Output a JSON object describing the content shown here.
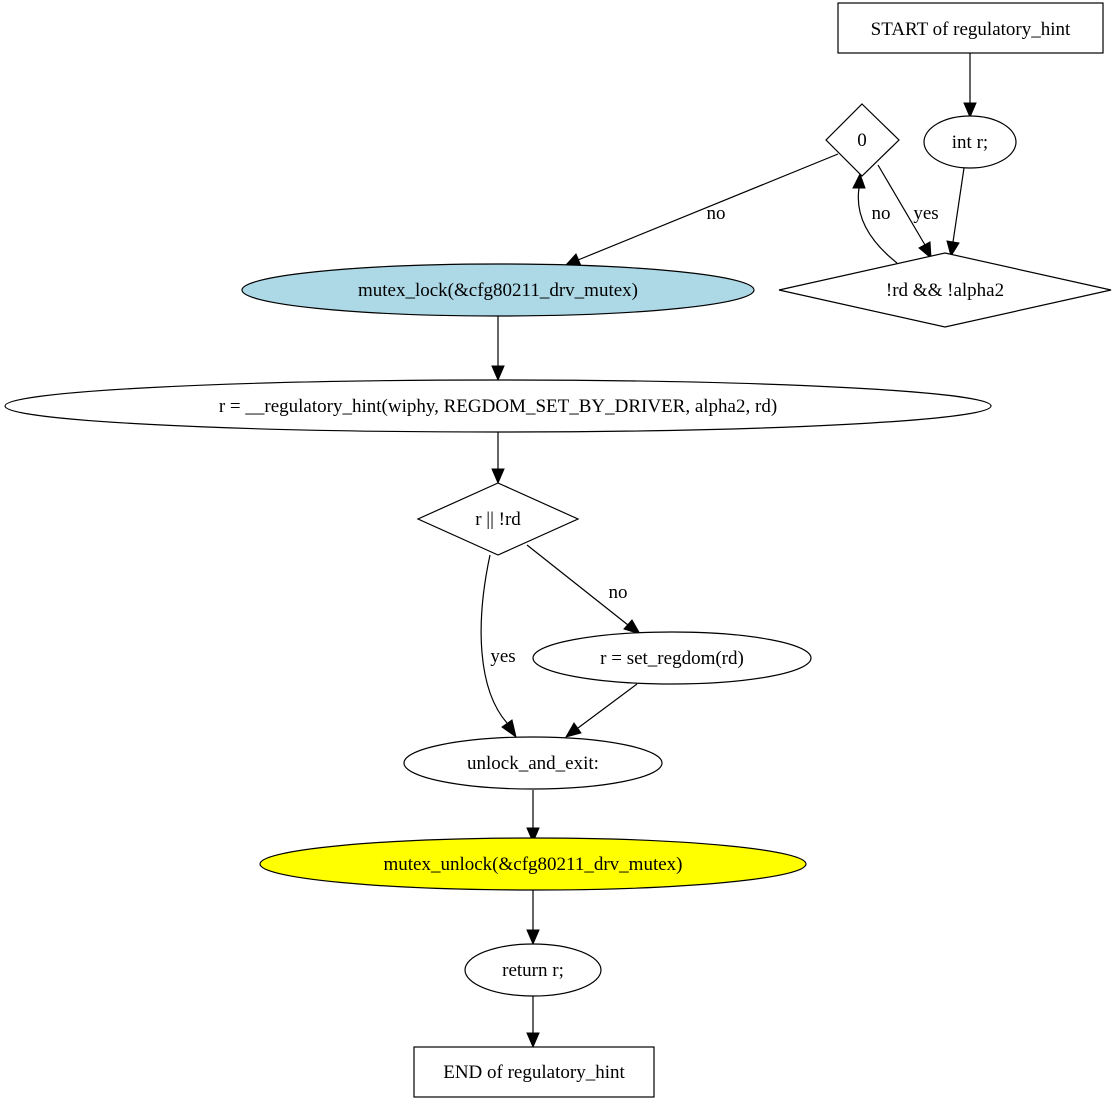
{
  "nodes": {
    "start": {
      "label": "START of regulatory_hint"
    },
    "int_r": {
      "label": "int r;"
    },
    "cond_zero": {
      "label": "0"
    },
    "cond_rd_alpha2": {
      "label": "!rd && !alpha2"
    },
    "mutex_lock": {
      "label": "mutex_lock(&cfg80211_drv_mutex)",
      "fill": "#add8e6"
    },
    "reg_hint_call": {
      "label": "r = __regulatory_hint(wiphy, REGDOM_SET_BY_DRIVER, alpha2, rd)"
    },
    "cond_r_rd": {
      "label": "r || !rd"
    },
    "set_regdom": {
      "label": "r = set_regdom(rd)"
    },
    "unlock_label": {
      "label": "unlock_and_exit:"
    },
    "mutex_unlock": {
      "label": "mutex_unlock(&cfg80211_drv_mutex)",
      "fill": "#ffff00"
    },
    "return_r": {
      "label": "return r;"
    },
    "end": {
      "label": "END of regulatory_hint"
    }
  },
  "edges": {
    "zero_to_lock": {
      "label": "no"
    },
    "rd_alpha2_to_zero": {
      "label": "no"
    },
    "zero_to_rd_alpha2": {
      "label": "yes"
    },
    "r_rd_to_unlock": {
      "label": "yes"
    },
    "r_rd_to_set_regdom": {
      "label": "no"
    }
  }
}
